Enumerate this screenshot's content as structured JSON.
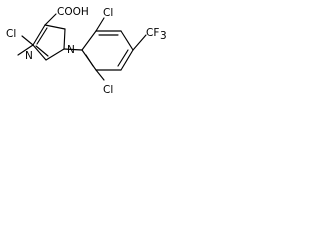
{
  "labels": {
    "cl_pyrazole": "Cl",
    "cooh": "COOH",
    "n_methyl_side": "N",
    "n_aryl": "N",
    "cl_ortho_top": "Cl",
    "cl_ortho_bottom": "Cl",
    "cf3": "CF",
    "cf3_subscript": "3"
  }
}
